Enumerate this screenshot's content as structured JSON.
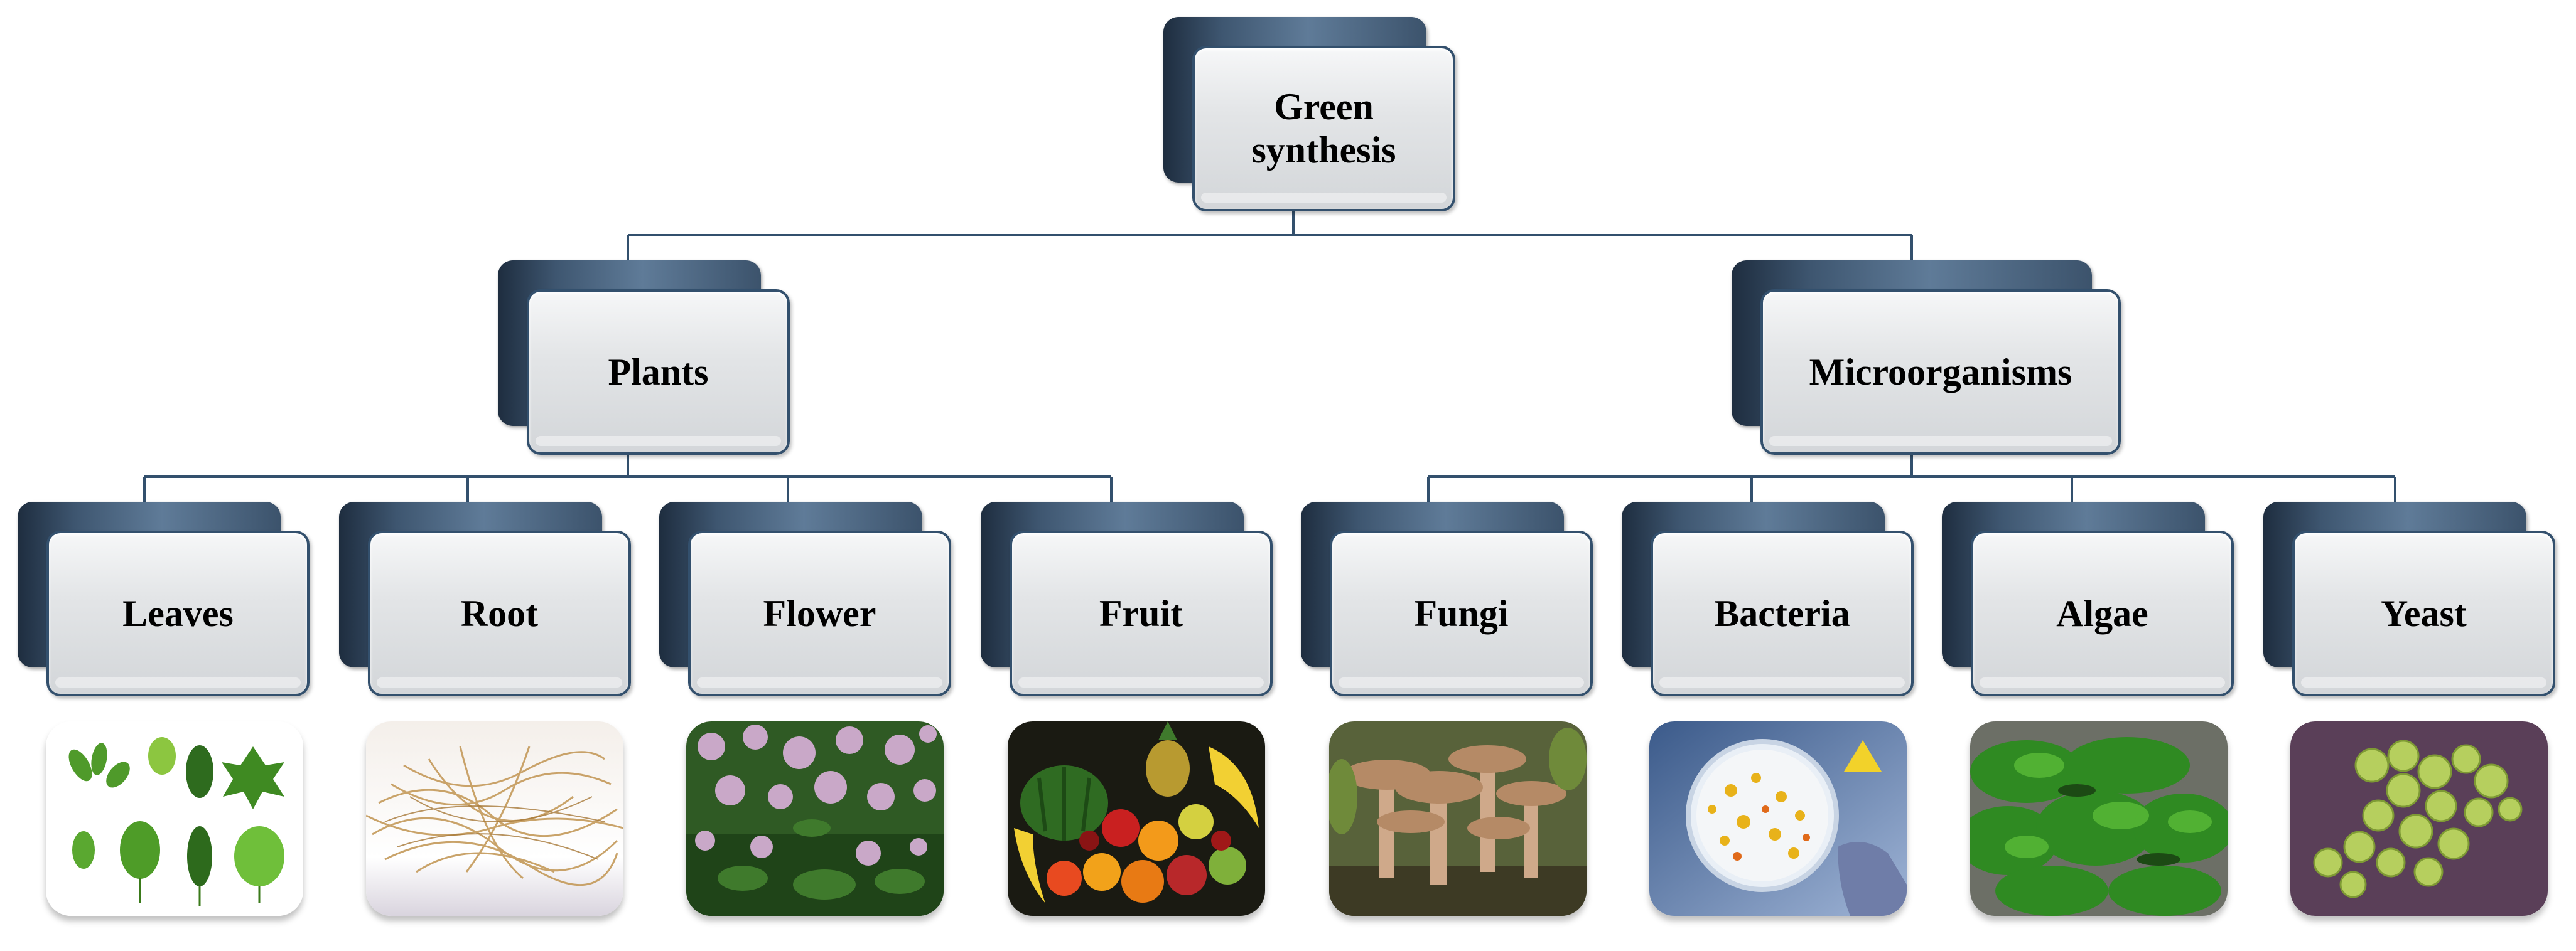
{
  "root": {
    "label": "Green synthesis"
  },
  "groups": [
    {
      "label": "Plants",
      "children": [
        {
          "label": "Leaves",
          "image": "leaves-photo"
        },
        {
          "label": "Root",
          "image": "root-photo"
        },
        {
          "label": "Flower",
          "image": "flower-photo"
        },
        {
          "label": "Fruit",
          "image": "fruit-photo"
        }
      ]
    },
    {
      "label": "Microorganisms",
      "children": [
        {
          "label": "Fungi",
          "image": "mushroom-photo"
        },
        {
          "label": "Bacteria",
          "image": "petri-dish-photo"
        },
        {
          "label": "Algae",
          "image": "algae-photo"
        },
        {
          "label": "Yeast",
          "image": "yeast-micrograph"
        }
      ]
    }
  ],
  "colors": {
    "box_back": "#3e5670",
    "box_front": "#e0e2e4",
    "connector": "#33506d"
  }
}
